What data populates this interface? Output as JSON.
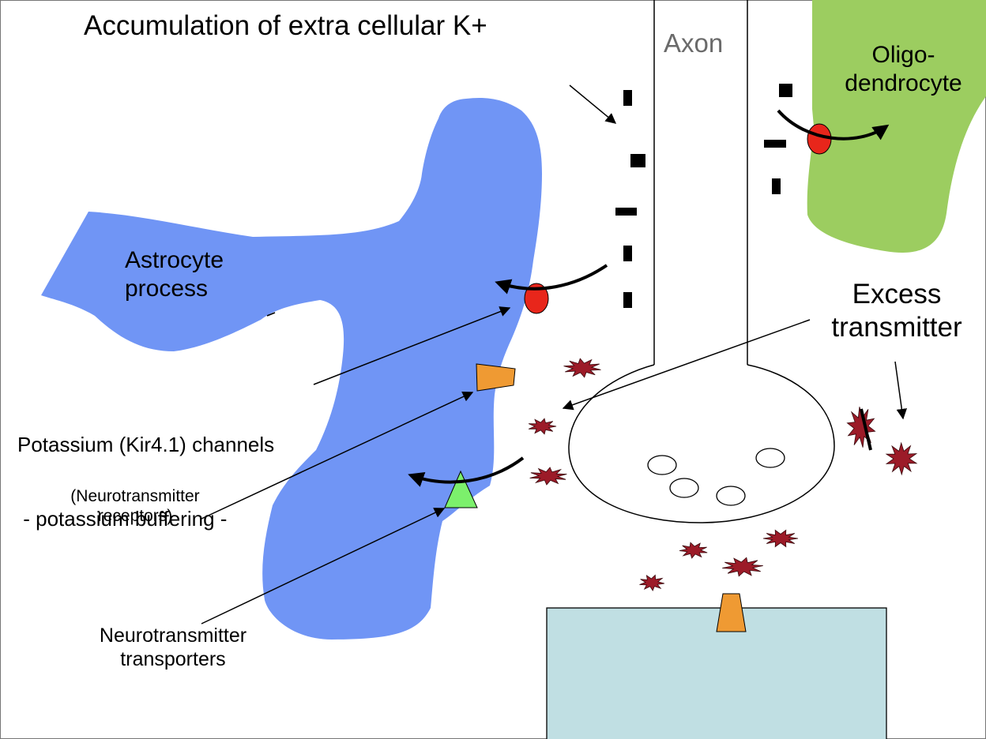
{
  "title": "Accumulation of extra cellular K+",
  "labels": {
    "axon": "Axon",
    "oligodendrocyte": [
      "Oligo-",
      "dendrocyte"
    ],
    "astrocyte": [
      "Astrocyte",
      "process"
    ],
    "excess_transmitter": [
      "Excess",
      "transmitter"
    ],
    "kir_channels": [
      "Potassium (Kir4.1) channels",
      " - potassium buffering -"
    ],
    "receptors": [
      "(Neurotransmitter",
      "receptors)"
    ],
    "transporters": [
      "Neurotransmitter",
      "transporters"
    ]
  },
  "colors": {
    "astrocyte": "#7095f5",
    "oligodendrocyte": "#9ccd60",
    "postsynaptic": "#c0dfe3",
    "channel": "#e8261b",
    "receptor": "#ef9a33",
    "transporter": "#7cf06c",
    "transmitter": "#9c1b28",
    "potassium_ion": "#000000"
  }
}
